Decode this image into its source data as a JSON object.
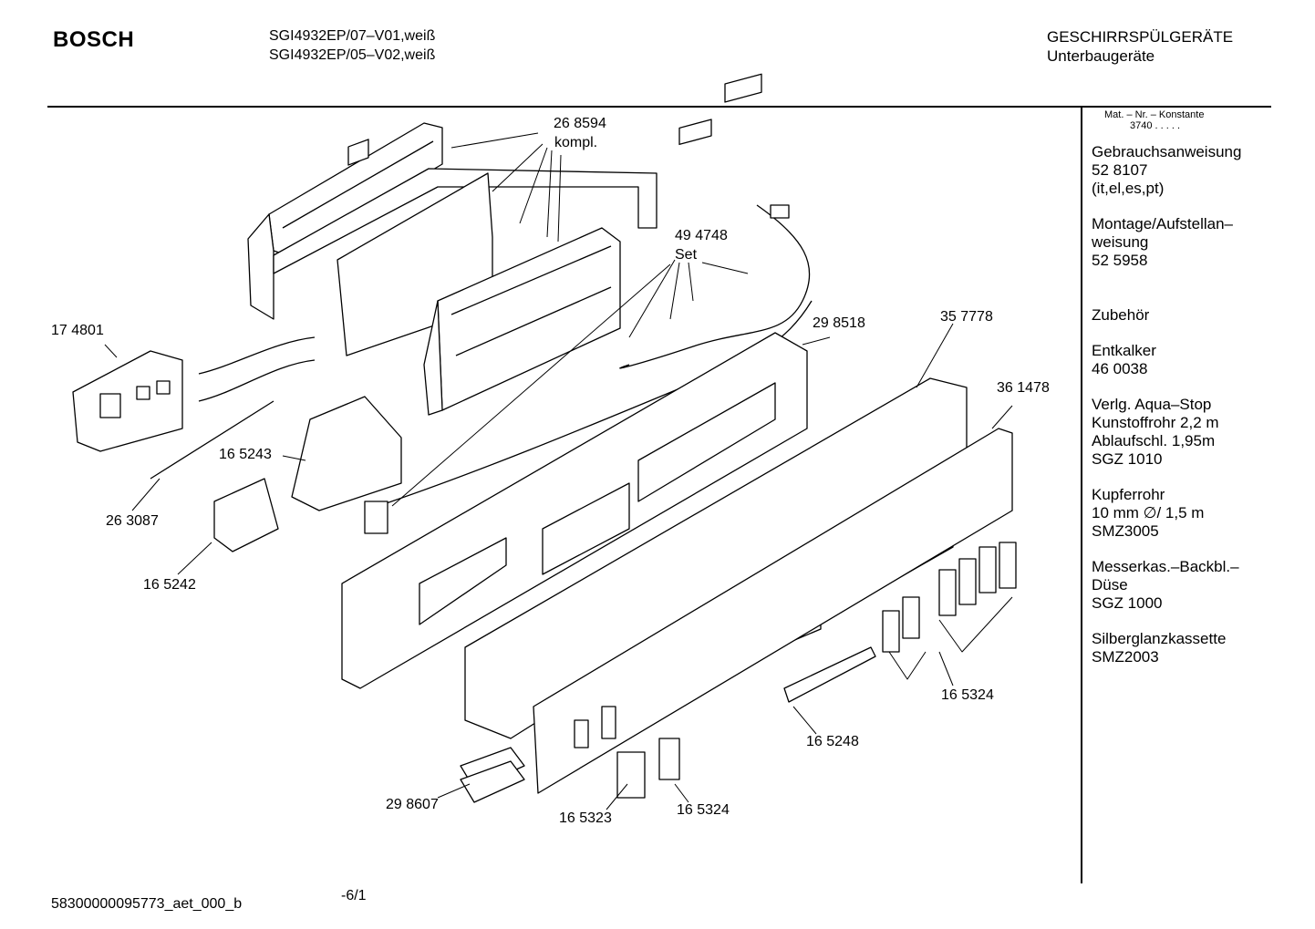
{
  "header": {
    "brand": "BOSCH",
    "models": [
      "SGI4932EP/07–V01,weiß",
      "SGI4932EP/05–V02,weiß"
    ],
    "category": "GESCHIRRSPÜLGERÄTE",
    "subcategory": "Unterbaugeräte"
  },
  "sidebar": {
    "konstante_label": "Mat. – Nr. – Konstante",
    "konstante_value": "3740 .  .  .  .  .",
    "entries": [
      {
        "lines": [
          "Gebrauchsanweisung",
          "52 8107",
          "(it,el,es,pt)"
        ]
      },
      {
        "lines": [
          "Montage/Aufstellan–",
          "weisung",
          "52 5958"
        ]
      },
      {
        "lines": [
          "Zubehör"
        ]
      },
      {
        "lines": [
          "Entkalker",
          "46 0038"
        ]
      },
      {
        "lines": [
          "Verlg. Aqua–Stop",
          "Kunstoffrohr 2,2 m",
          "Ablaufschl. 1,95m",
          "SGZ 1010"
        ]
      },
      {
        "lines": [
          "Kupferrohr",
          "10 mm ∅/ 1,5 m",
          "SMZ3005"
        ]
      },
      {
        "lines": [
          "Messerkas.–Backbl.–",
          "Düse",
          "SGZ 1000"
        ]
      },
      {
        "lines": [
          "Silberglanzkassette",
          "SMZ2003"
        ]
      }
    ]
  },
  "parts": {
    "p268594": "26 8594",
    "kompl": "kompl.",
    "p494748": "49 4748",
    "set": "Set",
    "p174801": "17 4801",
    "p298518": "29 8518",
    "p357778": "35 7778",
    "p361478": "36 1478",
    "p165243": "16 5243",
    "p263087": "26 3087",
    "p165242": "16 5242",
    "p165324a": "16 5324",
    "p165248": "16 5248",
    "p298607": "29 8607",
    "p165323": "16 5323",
    "p165324b": "16 5324"
  },
  "footer": {
    "doc_id": "58300000095773_aet_000_b",
    "page": "-6/1"
  }
}
